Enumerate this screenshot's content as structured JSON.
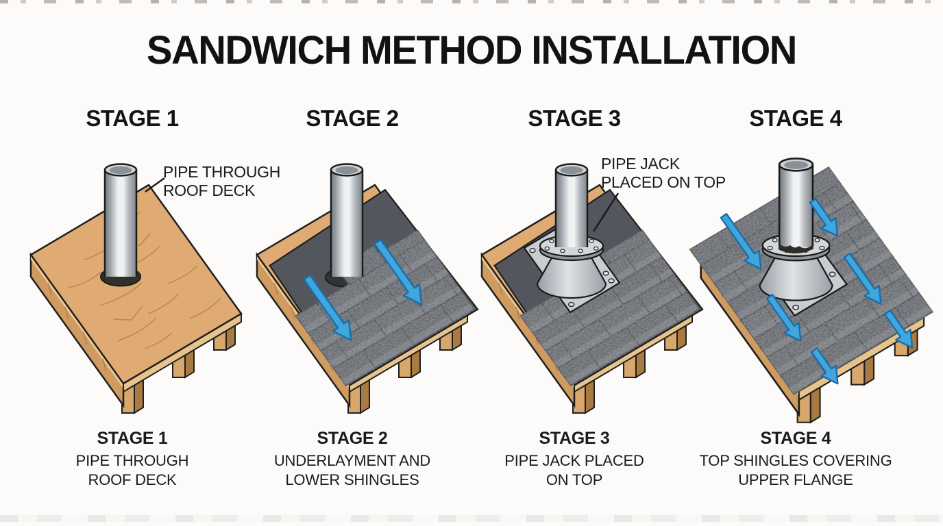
{
  "title": "SANDWICH METHOD INSTALLATION",
  "stages": [
    {
      "header": "STAGE 1",
      "caption_heading": "STAGE 1",
      "caption_line1": "PIPE THROUGH",
      "caption_line2": "ROOF DECK"
    },
    {
      "header": "STAGE 2",
      "caption_heading": "STAGE 2",
      "caption_line1": "UNDERLAYMENT AND",
      "caption_line2": "LOWER SHINGLES"
    },
    {
      "header": "STAGE 3",
      "caption_heading": "STAGE 3",
      "caption_line1": "PIPE JACK PLACED",
      "caption_line2": "ON TOP"
    },
    {
      "header": "STAGE 4",
      "caption_heading": "STAGE 4",
      "caption_line1": "TOP SHINGLES COVERING",
      "caption_line2": "UPPER FLANGE"
    }
  ],
  "callouts": {
    "pipe_through_roof_deck": {
      "line1": "PIPE THROUGH",
      "line2": "ROOF DECK"
    },
    "pipe_jack_placed_on_top": {
      "line1": "PIPE JACK",
      "line2": "PLACED ON TOP"
    }
  },
  "colors": {
    "background": "#fcfbf9",
    "ink": "#151515",
    "wood_top": "#dfab72",
    "wood_grain": "#bb8950",
    "wood_side": "#cf9b60",
    "wood_light_edge": "#ecca96",
    "underlayment": "#53575d",
    "shingle": "#4c5056",
    "shingle_granule": "#7b8086",
    "shingle_seam": "#212428",
    "metal_light": "#eef0f2",
    "metal_dark": "#73787f",
    "flange_gray": "#d3d7da",
    "arrow_blue": "#3fa6de",
    "arrow_outline": "#1f6da6"
  }
}
